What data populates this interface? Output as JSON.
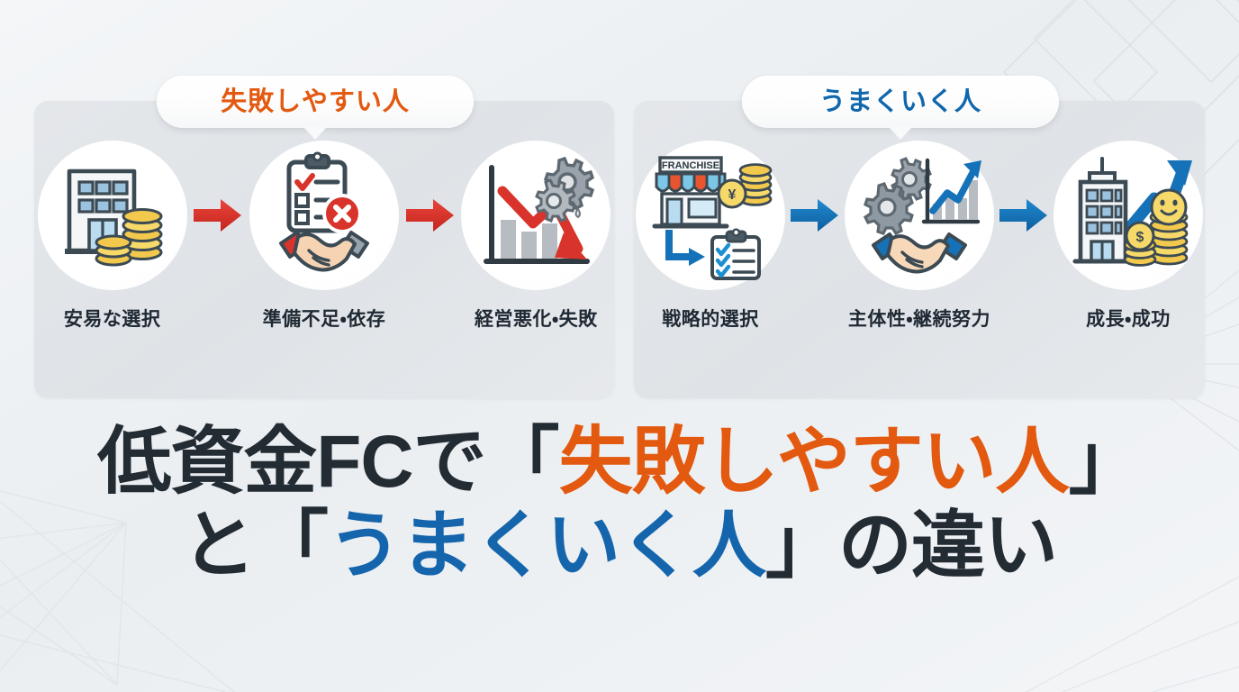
{
  "theme": {
    "background": "#eef1f4",
    "panel_bg": "#e2e5e9",
    "fail_color": "#e2590f",
    "win_color": "#0f67ad",
    "fail_arrow": "#d9342b",
    "win_arrow": "#1572b8",
    "text_dark": "#232b33",
    "coin_gold": "#f2c94c"
  },
  "panels": {
    "fail": {
      "badge_label": "失敗しやすい人",
      "steps": [
        {
          "caption": "安易な選択",
          "icon": "office-building-with-coin-stacks-icon"
        },
        {
          "caption": "準備不足・依存",
          "icon": "clipboard-with-red-x-and-handshake-icon"
        },
        {
          "caption": "経営悪化・失敗",
          "icon": "declining-bar-chart-with-broken-gear-icon"
        }
      ],
      "arrow_icon": "red-right-arrow-icon"
    },
    "win": {
      "badge_label": "うまくいく人",
      "steps": [
        {
          "caption": "戦略的選択",
          "icon": "franchise-storefront-yen-coins-checklist-icon"
        },
        {
          "caption": "主体性・継続努力",
          "icon": "gears-rising-chart-handshake-icon"
        },
        {
          "caption": "成長・成功",
          "icon": "tall-building-rising-arrow-smiling-coins-icon"
        }
      ],
      "arrow_icon": "blue-right-arrow-icon"
    }
  },
  "storefront": {
    "sign_text": "FRANCHISE",
    "coin_symbol": "¥"
  },
  "success_coin": {
    "symbol": "$"
  },
  "headline": {
    "line1": {
      "part1": "低資金FCで",
      "quote_open": "「",
      "highlight": "失敗しやすい人",
      "quote_close": "」"
    },
    "line2": {
      "part1": "と",
      "quote_open": "「",
      "highlight": "うまくいく人",
      "quote_close": "」",
      "part2": "の違い"
    }
  }
}
